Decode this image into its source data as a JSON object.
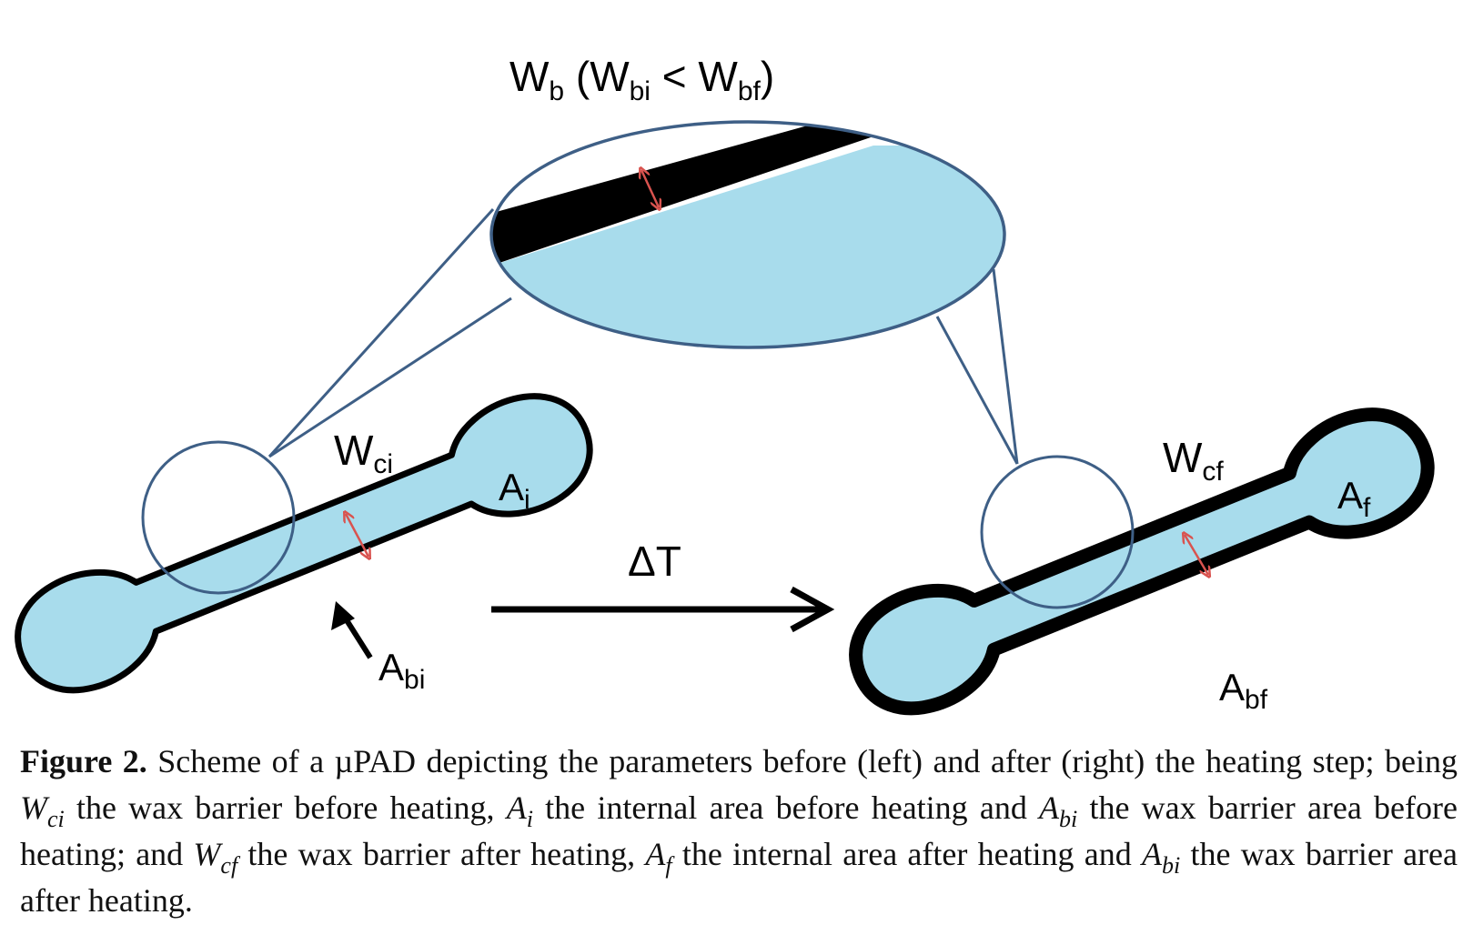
{
  "figure": {
    "zoom_label": {
      "main": "W",
      "sub1": "b",
      "open": " (W",
      "sub2": "bi",
      "mid": " < W",
      "sub3": "bf",
      "close": ")"
    },
    "left_device": {
      "width_label": {
        "main": "W",
        "sub": "ci"
      },
      "area_label": {
        "main": "A",
        "sub": "i"
      },
      "barrier_label": {
        "main": "A",
        "sub": "bi"
      }
    },
    "arrow_label": "ΔT",
    "right_device": {
      "width_label": {
        "main": "W",
        "sub": "cf"
      },
      "area_label": {
        "main": "A",
        "sub": "f"
      },
      "barrier_label": {
        "main": "A",
        "sub": "bf"
      }
    },
    "colors": {
      "fluid": "#A8DCEC",
      "wax": "#000000",
      "zoom_outline": "#3E5F86",
      "measure_arrow": "#D9534F"
    }
  },
  "caption": {
    "label": "Figure 2.",
    "t1": " Scheme of a µPAD depicting the parameters before (left) and after (right) the heating step; being ",
    "v1": "W",
    "s1": "ci",
    "t2": " the wax barrier before heating, ",
    "v2": "A",
    "s2": "i",
    "t3": " the internal area before heating and ",
    "v3": "A",
    "s3": "bi",
    "t4": " the wax barrier area before heating; and ",
    "v4": "W",
    "s4": "cf",
    "t5": " the wax barrier after heating, ",
    "v5": "A",
    "s5": "f",
    "t6": " the internal area after heating and ",
    "v6": "A",
    "s6": "bi",
    "t7": " the wax barrier area after heating."
  }
}
